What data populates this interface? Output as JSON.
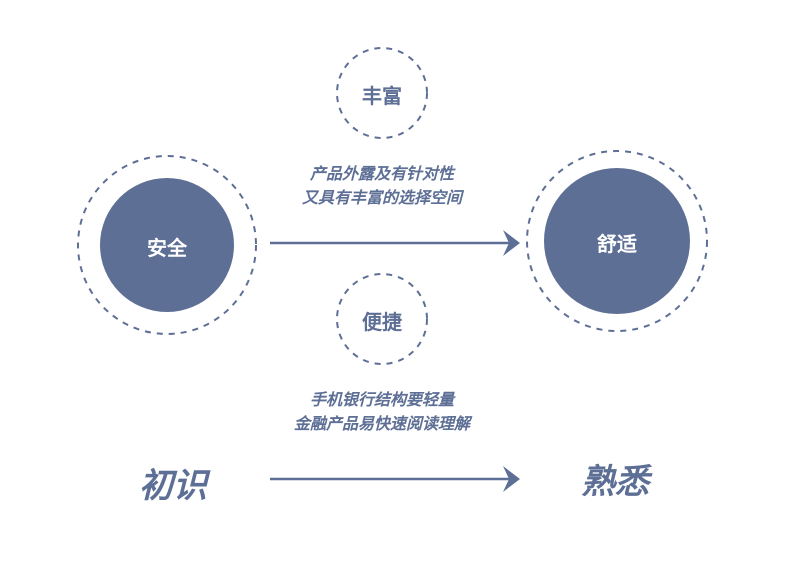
{
  "colors": {
    "accent": "#5e6f96",
    "background": "#ffffff"
  },
  "nodes": {
    "safety": "安全",
    "comfort": "舒适",
    "rich": "丰富",
    "convenient": "便捷"
  },
  "descriptions": {
    "top": [
      "产品外露及有针对性",
      "又具有丰富的选择空间"
    ],
    "bottom": [
      "手机银行结构要轻量",
      "金融产品易快速阅读理解"
    ]
  },
  "stages": {
    "start": "初识",
    "end": "熟悉"
  }
}
